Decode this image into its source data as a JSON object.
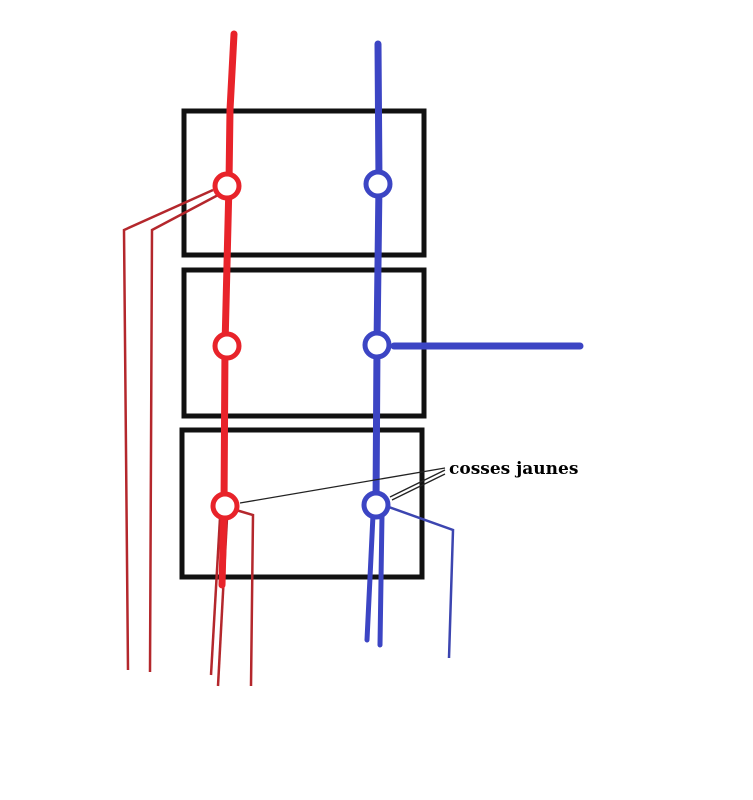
{
  "diagram": {
    "annotation": "cosses jaunes",
    "colors": {
      "phase": "#e8232a",
      "neutral": "#3c45c4",
      "thin_red": "#b4272c",
      "thin_blue": "#3c45b0",
      "box": "#111111",
      "leader": "#222222"
    },
    "components": {
      "boxes": [
        "box-top",
        "box-middle",
        "box-bottom"
      ],
      "terminals": [
        "red-top",
        "red-middle",
        "red-bottom",
        "blue-top",
        "blue-middle",
        "blue-bottom"
      ]
    }
  }
}
